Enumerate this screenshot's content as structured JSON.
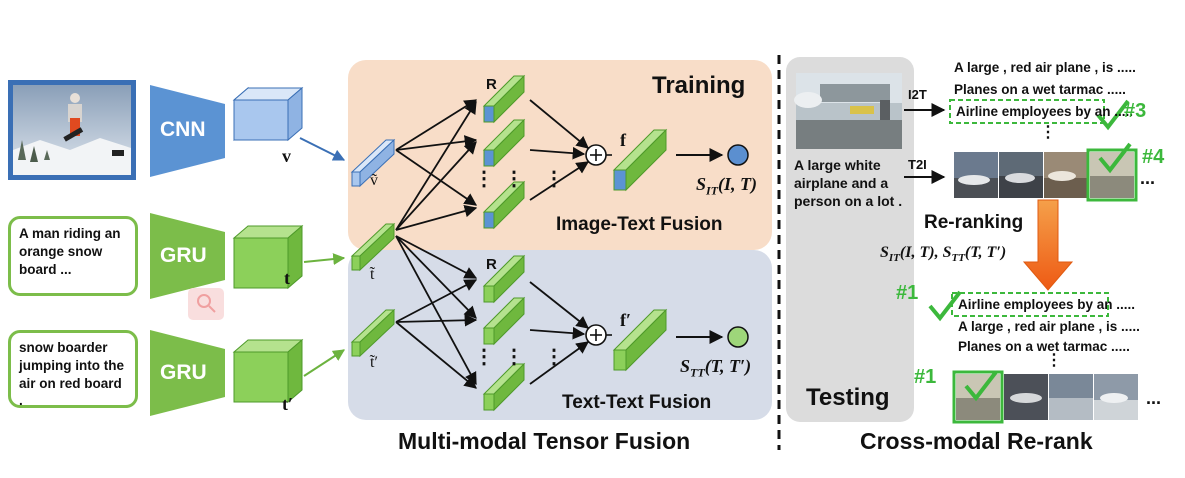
{
  "input": {
    "text1": "A man riding an orange snow board ...",
    "text2": "snow boarder jumping into the air on red board ."
  },
  "encoders": {
    "cnn": "CNN",
    "gru1": "GRU",
    "gru2": "GRU"
  },
  "features": {
    "v": "v",
    "t": "t",
    "t_prime": "t′",
    "v_tilde": "ṽ",
    "t_tilde": "t̃",
    "t_tilde_prime": "t̃′"
  },
  "fusion": {
    "training_label": "Training",
    "image_text_label": "Image-Text Fusion",
    "text_text_label": "Text-Text Fusion",
    "r_top": "R",
    "r_bottom": "R",
    "f_top": "f",
    "f_bottom": "f′",
    "score_it": "S",
    "score_it_sub": "IT",
    "score_it_args": "(I, T)",
    "score_tt": "S",
    "score_tt_sub": "TT",
    "score_tt_args": "(T, T′)",
    "dots": "⋮"
  },
  "testing": {
    "label": "Testing",
    "caption": "A large white airplane and a person on a lot .",
    "i2t": "I2T",
    "t2i": "T2I"
  },
  "rerank": {
    "retrieved": [
      "A large , red air plane , is .....",
      "Planes on a wet tarmac .....",
      "Airline employees by an ....."
    ],
    "rank3": "#3",
    "rank4": "#4",
    "reranking_label": "Re-ranking",
    "formula_a": "S",
    "formula_a_sub": "IT",
    "formula_a_args": "(I, T), ",
    "formula_b": "S",
    "formula_b_sub": "TT",
    "formula_b_args": "(T, T′)",
    "reranked": [
      "Airline employees by an .....",
      "A large , red air plane , is .....",
      "Planes on a wet tarmac ....."
    ],
    "rank1_text": "#1",
    "rank1_image": "#1",
    "ellipsis": "...",
    "vdots": "⋮"
  },
  "titles": {
    "left": "Multi-modal Tensor Fusion",
    "right": "Cross-modal Re-rank"
  },
  "colors": {
    "training_bg": "#f8ddc8",
    "text_fusion_bg": "#d6dce8",
    "testing_bg": "#dcdcdc",
    "green": "#3cb83c",
    "blue": "#5b8fd0",
    "cube_green": "#8cd05a",
    "cube_blue": "#a9c7ee",
    "arrow_orange": "#f07a20"
  }
}
